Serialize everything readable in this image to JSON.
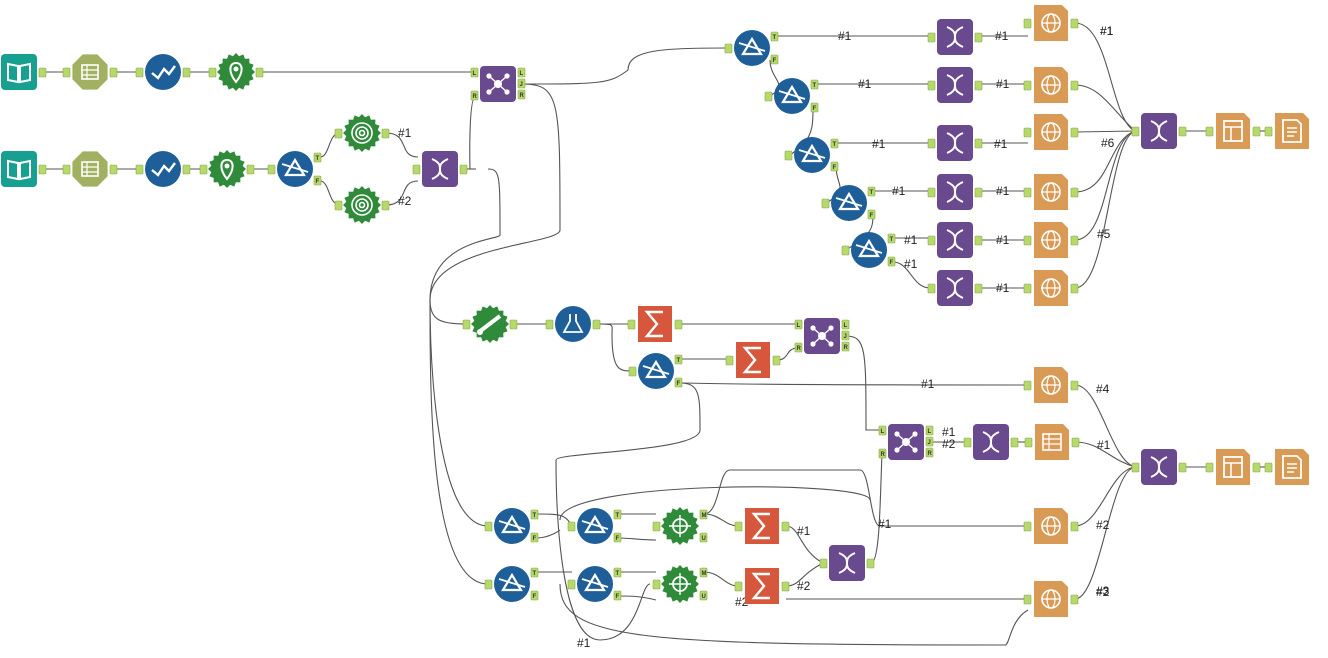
{
  "colors": {
    "teal": "#179f8f",
    "olive": "#a2b062",
    "blue": "#1f5f99",
    "green": "#2f8a3a",
    "purple": "#6a4a8f",
    "orange": "#d99a56",
    "orangeLight": "#e8b272",
    "red": "#d6573c",
    "anchor": "#b6d96b"
  },
  "labels": {
    "l1": "#1",
    "l2": "#2",
    "l3": "#1",
    "l4": "#1",
    "l5": "#1",
    "l6": "#1",
    "l7": "#1",
    "l8": "#1",
    "l9": "#1",
    "l10": "#1",
    "l11": "#1",
    "l12": "#1",
    "l13": "#1",
    "l14": "#1",
    "l15": "#1",
    "l16": "#6",
    "l17": "#5",
    "l18": "#1",
    "l19": "#4",
    "l20": "#1",
    "l21": "#2",
    "l22": "#1",
    "l23": "#1",
    "l24": "#2",
    "l25": "#1",
    "l26": "#2",
    "l27": "#2",
    "l28": "#2",
    "l29": "#3",
    "l30": "#1",
    "l31": "#1"
  },
  "tools": [
    {
      "id": "input-1",
      "kind": "input",
      "icon": "book-icon"
    },
    {
      "id": "select-1",
      "kind": "select",
      "icon": "select-icon"
    },
    {
      "id": "datacleanse-1",
      "kind": "cleanse",
      "icon": "check-icon"
    },
    {
      "id": "createpoints-1",
      "kind": "points",
      "icon": "pin-icon"
    },
    {
      "id": "input-2",
      "kind": "input",
      "icon": "book-icon"
    },
    {
      "id": "select-2",
      "kind": "select",
      "icon": "select-icon"
    },
    {
      "id": "datacleanse-2",
      "kind": "cleanse",
      "icon": "check-icon"
    },
    {
      "id": "createpoints-2",
      "kind": "points",
      "icon": "pin-icon"
    },
    {
      "id": "filter-1",
      "kind": "filter",
      "icon": "filter-icon"
    },
    {
      "id": "buffer-1",
      "kind": "buffer",
      "icon": "target-icon"
    },
    {
      "id": "buffer-2",
      "kind": "buffer",
      "icon": "target-icon"
    },
    {
      "id": "union-1",
      "kind": "union",
      "icon": "dna-icon"
    },
    {
      "id": "join-1",
      "kind": "join",
      "icon": "join-icon"
    },
    {
      "id": "spatialmatch-1",
      "kind": "spatial",
      "icon": "ruler-icon"
    },
    {
      "id": "formula-1",
      "kind": "formula",
      "icon": "flask-icon"
    },
    {
      "id": "summarize-1",
      "kind": "summarize",
      "icon": "sigma-icon"
    },
    {
      "id": "summarize-2",
      "kind": "summarize",
      "icon": "sigma-icon"
    },
    {
      "id": "filter-2",
      "kind": "filter",
      "icon": "filter-icon"
    },
    {
      "id": "join-2",
      "kind": "join",
      "icon": "join-icon"
    },
    {
      "id": "join-3",
      "kind": "join",
      "icon": "join-icon"
    },
    {
      "id": "union-table",
      "kind": "union",
      "icon": "dna-icon"
    },
    {
      "id": "table-1",
      "kind": "table",
      "icon": "table-icon"
    },
    {
      "id": "filter-top-1",
      "kind": "filter",
      "icon": "filter-icon"
    },
    {
      "id": "filter-top-2",
      "kind": "filter",
      "icon": "filter-icon"
    },
    {
      "id": "filter-top-3",
      "kind": "filter",
      "icon": "filter-icon"
    },
    {
      "id": "filter-top-4",
      "kind": "filter",
      "icon": "filter-icon"
    },
    {
      "id": "filter-top-5",
      "kind": "filter",
      "icon": "filter-icon"
    },
    {
      "id": "union-top-1",
      "kind": "union",
      "icon": "dna-icon"
    },
    {
      "id": "union-top-2",
      "kind": "union",
      "icon": "dna-icon"
    },
    {
      "id": "union-top-3",
      "kind": "union",
      "icon": "dna-icon"
    },
    {
      "id": "union-top-4",
      "kind": "union",
      "icon": "dna-icon"
    },
    {
      "id": "union-top-5",
      "kind": "union",
      "icon": "dna-icon"
    },
    {
      "id": "union-top-6",
      "kind": "union",
      "icon": "dna-icon"
    },
    {
      "id": "render-top-1",
      "kind": "render",
      "icon": "globe-icon"
    },
    {
      "id": "render-top-2",
      "kind": "render",
      "icon": "globe-icon"
    },
    {
      "id": "render-top-3",
      "kind": "render",
      "icon": "globe-icon"
    },
    {
      "id": "render-top-4",
      "kind": "render",
      "icon": "globe-icon"
    },
    {
      "id": "render-top-5",
      "kind": "render",
      "icon": "globe-icon"
    },
    {
      "id": "render-top-6",
      "kind": "render",
      "icon": "globe-icon"
    },
    {
      "id": "union-final-1",
      "kind": "union",
      "icon": "dna-icon"
    },
    {
      "id": "layout-1",
      "kind": "layout",
      "icon": "layout-icon"
    },
    {
      "id": "output-1",
      "kind": "output",
      "icon": "report-icon"
    },
    {
      "id": "render-mid-1",
      "kind": "render",
      "icon": "globe-icon"
    },
    {
      "id": "union-final-2",
      "kind": "union",
      "icon": "dna-icon"
    },
    {
      "id": "layout-2",
      "kind": "layout",
      "icon": "layout-icon"
    },
    {
      "id": "output-2",
      "kind": "output",
      "icon": "report-icon"
    },
    {
      "id": "filter-b1",
      "kind": "filter",
      "icon": "filter-icon"
    },
    {
      "id": "filter-b2",
      "kind": "filter",
      "icon": "filter-icon"
    },
    {
      "id": "filter-b3",
      "kind": "filter",
      "icon": "filter-icon"
    },
    {
      "id": "filter-b4",
      "kind": "filter",
      "icon": "filter-icon"
    },
    {
      "id": "spatialprocess-1",
      "kind": "gear",
      "icon": "crosshair-icon"
    },
    {
      "id": "spatialprocess-2",
      "kind": "gear",
      "icon": "crosshair-icon"
    },
    {
      "id": "summarize-3",
      "kind": "summarize",
      "icon": "sigma-icon"
    },
    {
      "id": "summarize-4",
      "kind": "summarize",
      "icon": "sigma-icon"
    },
    {
      "id": "union-b1",
      "kind": "union",
      "icon": "dna-icon"
    },
    {
      "id": "render-b1",
      "kind": "render",
      "icon": "globe-icon"
    },
    {
      "id": "render-b2",
      "kind": "render",
      "icon": "globe-icon"
    }
  ]
}
